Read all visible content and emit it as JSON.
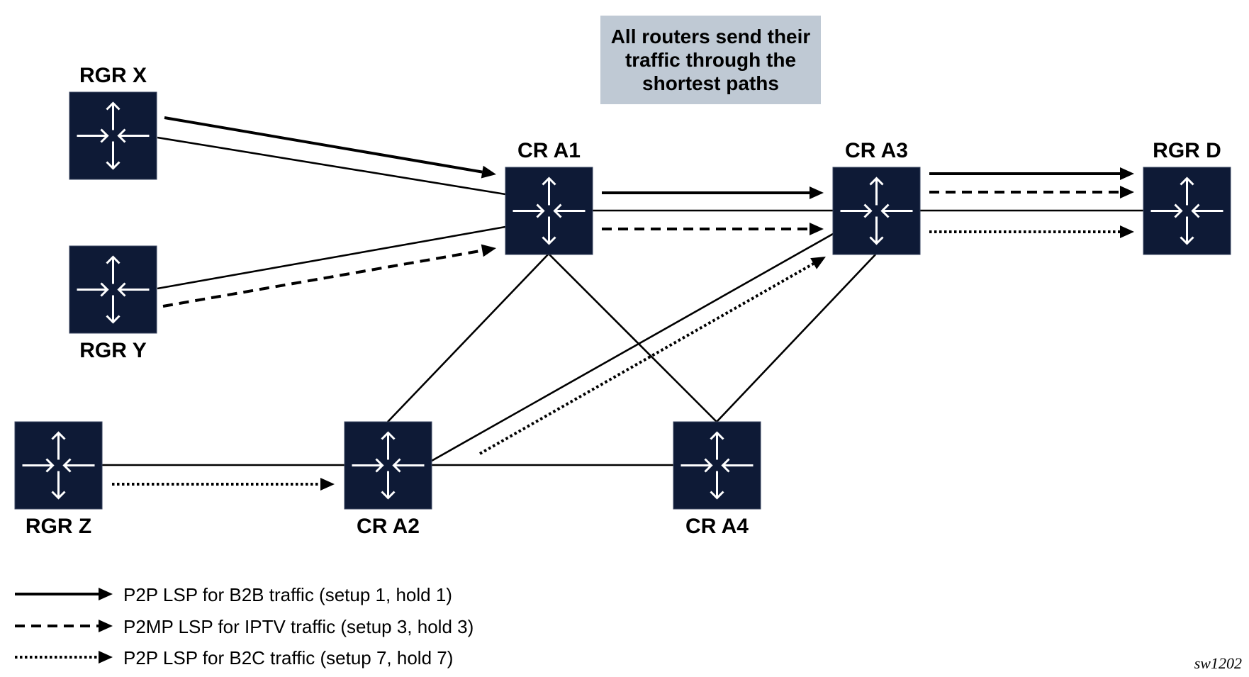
{
  "note": {
    "text": "All routers send their traffic through the shortest paths"
  },
  "colors": {
    "router_fill": "#0e1a36",
    "router_icon": "#ffffff",
    "note_fill": "#bfc9d4",
    "line": "#000000"
  },
  "routers": [
    {
      "id": "rgr-x",
      "label": "RGR X",
      "role": "RGR",
      "icon": "router-icon",
      "label_pos": "above"
    },
    {
      "id": "rgr-y",
      "label": "RGR Y",
      "role": "RGR",
      "icon": "router-icon",
      "label_pos": "below"
    },
    {
      "id": "rgr-z",
      "label": "RGR Z",
      "role": "RGR",
      "icon": "router-icon",
      "label_pos": "below"
    },
    {
      "id": "cr-a1",
      "label": "CR A1",
      "role": "CR",
      "icon": "router-icon",
      "label_pos": "above"
    },
    {
      "id": "cr-a2",
      "label": "CR A2",
      "role": "CR",
      "icon": "router-icon",
      "label_pos": "below"
    },
    {
      "id": "cr-a3",
      "label": "CR A3",
      "role": "CR",
      "icon": "router-icon",
      "label_pos": "above"
    },
    {
      "id": "cr-a4",
      "label": "CR A4",
      "role": "CR",
      "icon": "router-icon",
      "label_pos": "below"
    },
    {
      "id": "rgr-d",
      "label": "RGR D",
      "role": "RGR",
      "icon": "router-icon",
      "label_pos": "above"
    }
  ],
  "links": [
    {
      "from": "rgr-x",
      "to": "cr-a1"
    },
    {
      "from": "rgr-y",
      "to": "cr-a1"
    },
    {
      "from": "rgr-z",
      "to": "cr-a2"
    },
    {
      "from": "cr-a1",
      "to": "cr-a3"
    },
    {
      "from": "cr-a1",
      "to": "cr-a2"
    },
    {
      "from": "cr-a1",
      "to": "cr-a4"
    },
    {
      "from": "cr-a2",
      "to": "cr-a3"
    },
    {
      "from": "cr-a2",
      "to": "cr-a4"
    },
    {
      "from": "cr-a3",
      "to": "cr-a4"
    },
    {
      "from": "cr-a3",
      "to": "rgr-d"
    }
  ],
  "lsps": [
    {
      "type": "b2b",
      "from": "rgr-x",
      "to": "cr-a1"
    },
    {
      "type": "iptv",
      "from": "rgr-y",
      "to": "cr-a1"
    },
    {
      "type": "b2c",
      "from": "rgr-z",
      "to": "cr-a2"
    },
    {
      "type": "b2b",
      "from": "cr-a1",
      "to": "cr-a3"
    },
    {
      "type": "iptv",
      "from": "cr-a1",
      "to": "cr-a3"
    },
    {
      "type": "b2c",
      "from": "cr-a2",
      "to": "cr-a3"
    },
    {
      "type": "b2b",
      "from": "cr-a3",
      "to": "rgr-d"
    },
    {
      "type": "iptv",
      "from": "cr-a3",
      "to": "rgr-d"
    },
    {
      "type": "b2c",
      "from": "cr-a3",
      "to": "rgr-d"
    }
  ],
  "legend": [
    {
      "type": "b2b",
      "style": "solid",
      "label": "P2P LSP for B2B traffic (setup 1, hold 1)"
    },
    {
      "type": "iptv",
      "style": "dashed",
      "label": "P2MP LSP for IPTV traffic (setup 3, hold 3)"
    },
    {
      "type": "b2c",
      "style": "dotted",
      "label": "P2P LSP for B2C traffic (setup 7, hold 7)"
    }
  ],
  "figure_id": "sw1202"
}
